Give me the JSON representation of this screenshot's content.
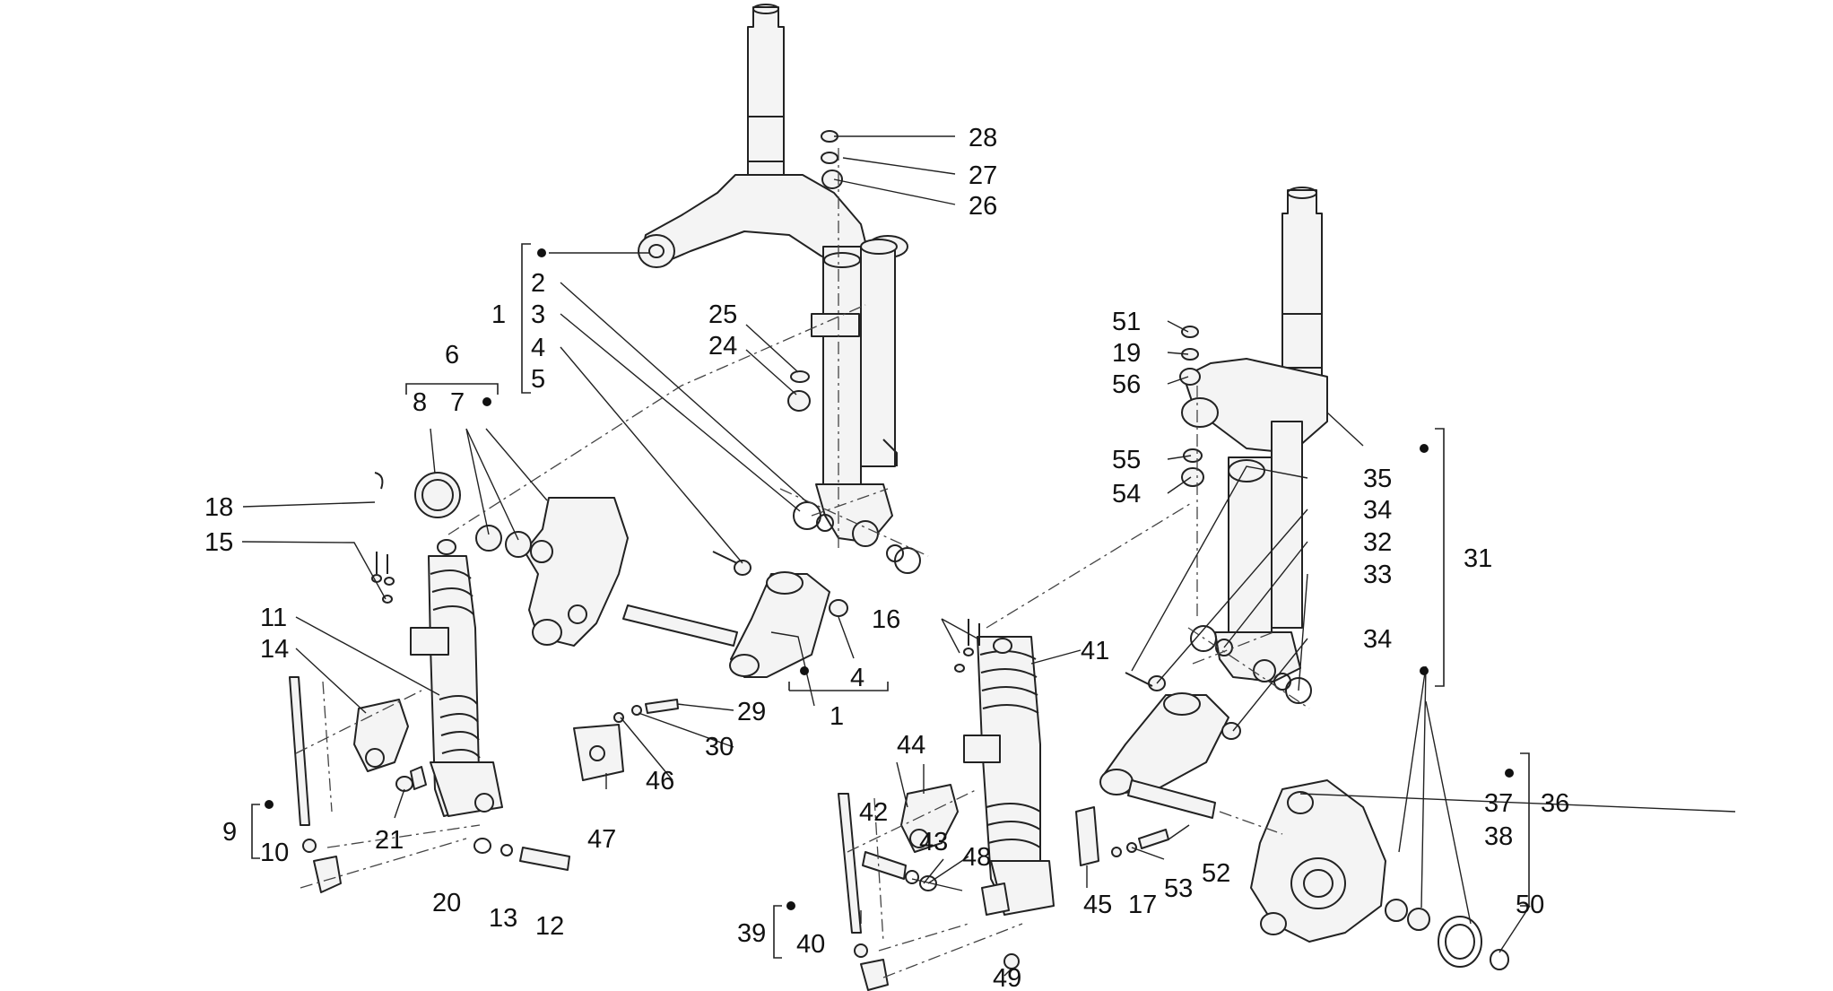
{
  "callouts": [
    {
      "id": "c28",
      "text": "28"
    },
    {
      "id": "c27",
      "text": "27"
    },
    {
      "id": "c26",
      "text": "26"
    },
    {
      "id": "c2",
      "text": "2"
    },
    {
      "id": "c1a",
      "text": "1"
    },
    {
      "id": "c3",
      "text": "3"
    },
    {
      "id": "c4a",
      "text": "4"
    },
    {
      "id": "c5",
      "text": "5"
    },
    {
      "id": "c25",
      "text": "25"
    },
    {
      "id": "c24",
      "text": "24"
    },
    {
      "id": "c6",
      "text": "6"
    },
    {
      "id": "c8",
      "text": "8"
    },
    {
      "id": "c7",
      "text": "7"
    },
    {
      "id": "c18",
      "text": "18"
    },
    {
      "id": "c15",
      "text": "15"
    },
    {
      "id": "c11",
      "text": "11"
    },
    {
      "id": "c14",
      "text": "14"
    },
    {
      "id": "c9",
      "text": "9"
    },
    {
      "id": "c10",
      "text": "10"
    },
    {
      "id": "c21",
      "text": "21"
    },
    {
      "id": "c20",
      "text": "20"
    },
    {
      "id": "c13",
      "text": "13"
    },
    {
      "id": "c12",
      "text": "12"
    },
    {
      "id": "c4b",
      "text": "4"
    },
    {
      "id": "c1b",
      "text": "1"
    },
    {
      "id": "c29",
      "text": "29"
    },
    {
      "id": "c30",
      "text": "30"
    },
    {
      "id": "c46",
      "text": "46"
    },
    {
      "id": "c47",
      "text": "47"
    },
    {
      "id": "c16",
      "text": "16"
    },
    {
      "id": "c41",
      "text": "41"
    },
    {
      "id": "c44",
      "text": "44"
    },
    {
      "id": "c42",
      "text": "42"
    },
    {
      "id": "c43",
      "text": "43"
    },
    {
      "id": "c48",
      "text": "48"
    },
    {
      "id": "c39",
      "text": "39"
    },
    {
      "id": "c40",
      "text": "40"
    },
    {
      "id": "c49",
      "text": "49"
    },
    {
      "id": "c45",
      "text": "45"
    },
    {
      "id": "c17",
      "text": "17"
    },
    {
      "id": "c53",
      "text": "53"
    },
    {
      "id": "c52",
      "text": "52"
    },
    {
      "id": "c51",
      "text": "51"
    },
    {
      "id": "c19",
      "text": "19"
    },
    {
      "id": "c56",
      "text": "56"
    },
    {
      "id": "c55",
      "text": "55"
    },
    {
      "id": "c54",
      "text": "54"
    },
    {
      "id": "c35",
      "text": "35"
    },
    {
      "id": "c34a",
      "text": "34"
    },
    {
      "id": "c32",
      "text": "32"
    },
    {
      "id": "c33",
      "text": "33"
    },
    {
      "id": "c31",
      "text": "31"
    },
    {
      "id": "c34b",
      "text": "34"
    },
    {
      "id": "c36",
      "text": "36"
    },
    {
      "id": "c37",
      "text": "37"
    },
    {
      "id": "c38",
      "text": "38"
    },
    {
      "id": "c50",
      "text": "50"
    }
  ]
}
